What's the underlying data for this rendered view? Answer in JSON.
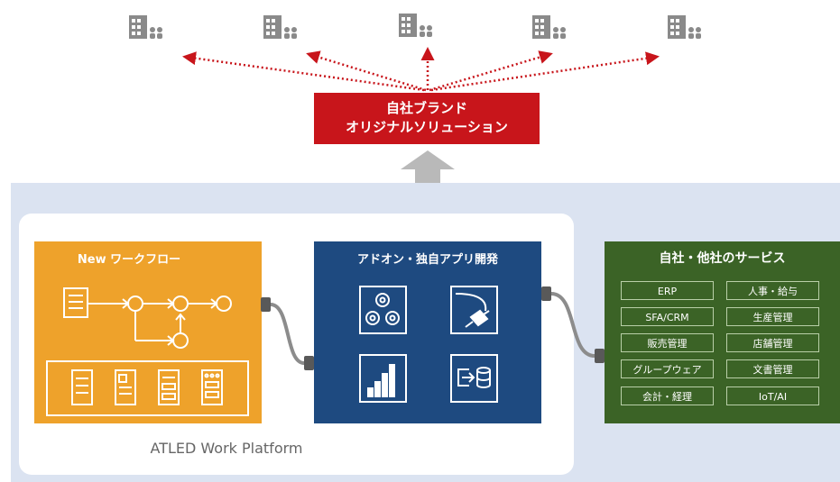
{
  "brand": {
    "line1": "自社ブランド",
    "line2": "オリジナルソリューション"
  },
  "platform": {
    "label": "ATLED Work Platform"
  },
  "workflow": {
    "title": "New ワークフロー"
  },
  "addon": {
    "title": "アドオン・独自アプリ開発",
    "icons": [
      "gears-icon",
      "plug-icon",
      "bar-chart-icon",
      "export-database-icon"
    ]
  },
  "services": {
    "title": "自社・他社のサービス",
    "items": [
      "ERP",
      "人事・給与",
      "SFA/CRM",
      "生産管理",
      "販売管理",
      "店舗管理",
      "グループウェア",
      "文書管理",
      "会計・経理",
      "IoT/AI"
    ]
  },
  "customers": [
    "building-users-icon",
    "building-users-icon",
    "building-users-icon",
    "building-users-icon",
    "building-users-icon"
  ],
  "colors": {
    "brand_red": "#c8151b",
    "workflow_orange": "#eea22b",
    "addon_blue": "#1e4a80",
    "services_green": "#3b6326",
    "platform_bg": "#dbe3f1",
    "icon_gray": "#8a8a8a"
  }
}
